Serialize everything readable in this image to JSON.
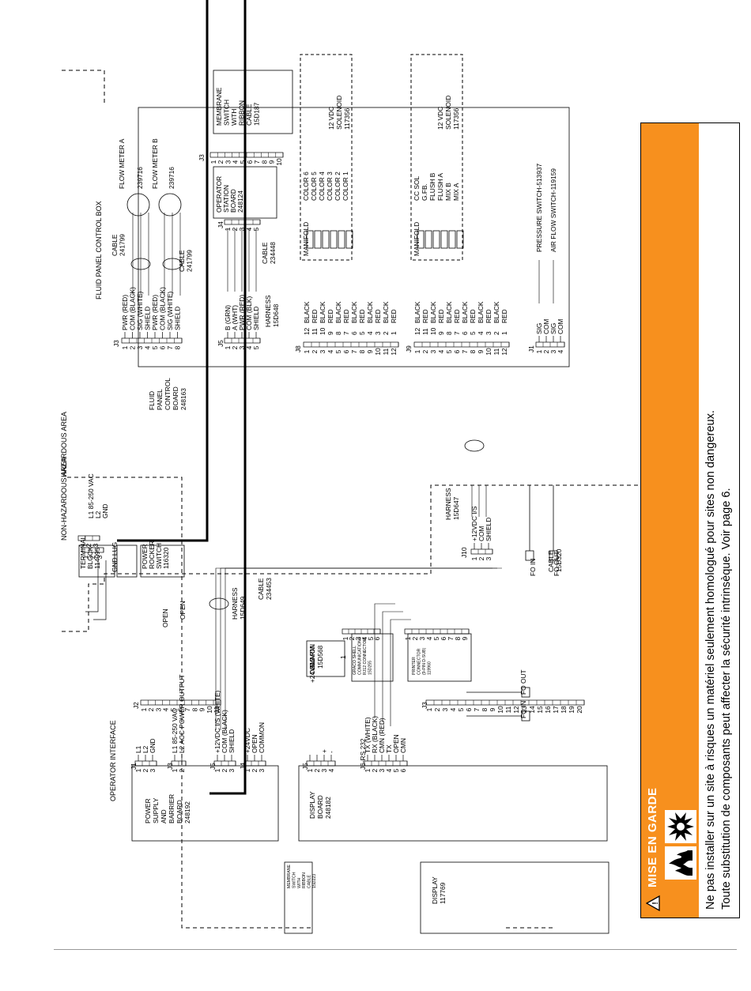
{
  "areas": {
    "non_hazardous": "NON-HAZARDOUS AREA",
    "hazardous": "HAZARDOUS AREA"
  },
  "sections": {
    "operator_interface": "OPERATOR INTERFACE",
    "fluid_panel_control_box": "FLUID PANEL CONTROL BOX"
  },
  "boards": {
    "power_supply": [
      "POWER",
      "SUPPLY",
      "AND",
      "BARRIER",
      "BOARD",
      "248192"
    ],
    "display_board": [
      "DISPLAY",
      "BOARD",
      "248182"
    ],
    "membrane_left": [
      "MEMBRANE",
      "SWITCH",
      "WITH",
      "RIBBON",
      "CABLE",
      "15D223"
    ],
    "display_module": [
      "DISPLAY",
      "117769"
    ],
    "terminal_block": [
      "TERMINAL",
      "BLOCK",
      "114095"
    ],
    "gnd_lug": [
      "GND LUG"
    ],
    "power_rocker": [
      "POWER",
      "ROCKER",
      "SWITCH",
      "116320"
    ],
    "alarm": [
      "ALARM",
      "15D568"
    ],
    "graco_comms": [
      "GRACO SHELL",
      "COMMUNICATIONS",
      "RJ12 CONNECTOR",
      "15D255"
    ],
    "printer": [
      "PRINTER",
      "CONNECTOR",
      "(9-PIN D-SUB)",
      "119960"
    ],
    "fluid_panel_board": [
      "FLUID",
      "PANEL",
      "CONTROL",
      "BOARD",
      "248163"
    ],
    "operator_station": [
      "OPERATOR",
      "STATION",
      "BOARD",
      "248124"
    ],
    "membrane_right": [
      "MEMBRANE",
      "SWITCH",
      "WITH",
      "RIBBON",
      "CABLE",
      "15D187"
    ]
  },
  "connectors": {
    "j1": "J1",
    "j2": "J2",
    "j3": "J3",
    "j4": "J4",
    "j5": "J5",
    "j6": "J6-RS 232",
    "j8": "J8",
    "j9": "J9",
    "j10": "J10"
  },
  "left_j1_labels": [
    "L1",
    "L2",
    "GND"
  ],
  "left_j3_labels": [
    "L1  85-250 VAC",
    "L2  ACC POWER OUTPUT"
  ],
  "left_j5_labels": [
    "+12VDC I/S (WHITE)",
    "COM (BLACK)",
    "SHIELD"
  ],
  "left_j4_labels": [
    "+24VDC",
    "OPEN",
    "COMMON"
  ],
  "disp_j5_labels": [
    "+24VDC",
    "COMMON"
  ],
  "rs232_labels": [
    "TX (WHITE)",
    "RX (BLACK)",
    "CMN (RED)",
    "TX",
    "OPEN",
    "CMN"
  ],
  "fo_labels": [
    "FO IN",
    "FO OUT"
  ],
  "tb_labels": [
    "L1  85-250 VAC",
    "L2",
    "GND"
  ],
  "open_labels": [
    "OPEN",
    "OPEN"
  ],
  "harness_left": [
    "HARNESS",
    "15D649"
  ],
  "cable_left": [
    "CABLE",
    "234453"
  ],
  "cable_fo": [
    "CABLE",
    "15D320"
  ],
  "harness_mid": [
    "HARNESS",
    "15D647"
  ],
  "j10_labels": [
    "+12VDC I/S",
    "COM",
    "SHIELD"
  ],
  "fpj3_labels": [
    "PWR (RED)",
    "COM (BLACK)",
    "SIG (WHITE)",
    "SHIELD",
    "PWR (RED)",
    "COM (BLACK)",
    "SIG (WHITE)",
    "SHIELD"
  ],
  "cable_flow": [
    "CABLE",
    "241799"
  ],
  "flow_meters": [
    "FLOW METER A",
    "FLOW METER B"
  ],
  "flow_meter_pn": "239716",
  "fpj5_labels": [
    "B (GRN)",
    "A (WHT)",
    "PWR (RED)",
    "COM (BLK)",
    "SHIELD"
  ],
  "harness_op": [
    "HARNESS",
    "15D648"
  ],
  "cable_op": [
    "CABLE",
    "234448"
  ],
  "j8_wires": [
    "BLACK",
    "RED",
    "BLACK",
    "RED",
    "BLACK",
    "RED",
    "BLACK",
    "RED",
    "BLACK",
    "RED",
    "BLACK",
    "RED"
  ],
  "manifold_label": "MANIFOLD",
  "j8_outputs": [
    "COLOR 6",
    "COLOR 5",
    "COLOR 4",
    "COLOR 3",
    "COLOR 2",
    "COLOR 1"
  ],
  "j9_outputs": [
    "CC SOL",
    "G.FB.",
    "FLUSH B",
    "FLUSH A",
    "MIX B",
    "MIX A"
  ],
  "solenoid": [
    "12 VDC",
    "SOLENOID",
    "117356"
  ],
  "fp_j1_labels": [
    "SIG",
    "COM",
    "SIG",
    "COM"
  ],
  "switches": [
    "PRESSURE SWITCH-513937",
    "AIR FLOW SWITCH-119159"
  ],
  "warning": {
    "title": "MISE EN GARDE",
    "line1": "Ne pas installer sur un site à risques un matériel seulement homologué pour sites non dangereux.",
    "line2": "Toute substitution de composants peut affecter la sécurité intrinsèque. Voir page 6."
  },
  "colors": {
    "warning_bar": "#f7901e"
  }
}
